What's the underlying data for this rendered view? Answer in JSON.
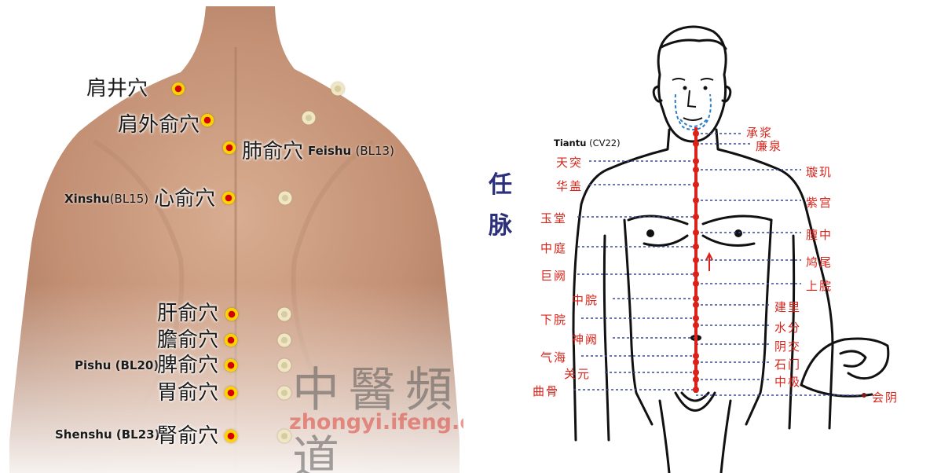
{
  "back_panel": {
    "labels": {
      "jianjing": "肩井穴",
      "jianwaishu": "肩外俞穴",
      "feishu_cn": "肺俞穴",
      "feishu_en_bold": "Feishu",
      "feishu_en_code": "(BL13)",
      "xinshu_en": "Xinshu",
      "xinshu_en_code": "(BL15)",
      "xinshu_cn": "心俞穴",
      "ganshu": "肝俞穴",
      "danshu": "膽俞穴",
      "pishu_en": "Pishu (BL20)",
      "pishu_cn": "脾俞穴",
      "weishu": "胃俞穴",
      "shenshu_en": "Shenshu (BL23)",
      "shenshu_cn": "腎俞穴"
    },
    "watermark": {
      "chinese": "中醫頻道",
      "url": "zhongyi.ifeng.com"
    },
    "colors": {
      "point_center": "#d40000",
      "point_ring": "#ffd400",
      "skin": "#c99a7d"
    }
  },
  "cv_panel": {
    "title_top": "任",
    "title_bottom": "脉",
    "tiantu_bold": "Tiantu",
    "tiantu_code": "(CV22)",
    "left_points": [
      "天突",
      "华盖",
      "玉堂",
      "中庭",
      "巨阙",
      "中脘",
      "下脘",
      "神阙",
      "气海",
      "关元",
      "曲骨"
    ],
    "right_points": [
      "承浆",
      "廉泉",
      "璇玑",
      "紫宫",
      "膻中",
      "鸠尾",
      "上脘",
      "建里",
      "水分",
      "阴交",
      "石门",
      "中极",
      "会阴"
    ],
    "colors": {
      "meridian": "#d9231a",
      "title": "#2c2f7a",
      "guide": "#3a4a9a"
    }
  }
}
